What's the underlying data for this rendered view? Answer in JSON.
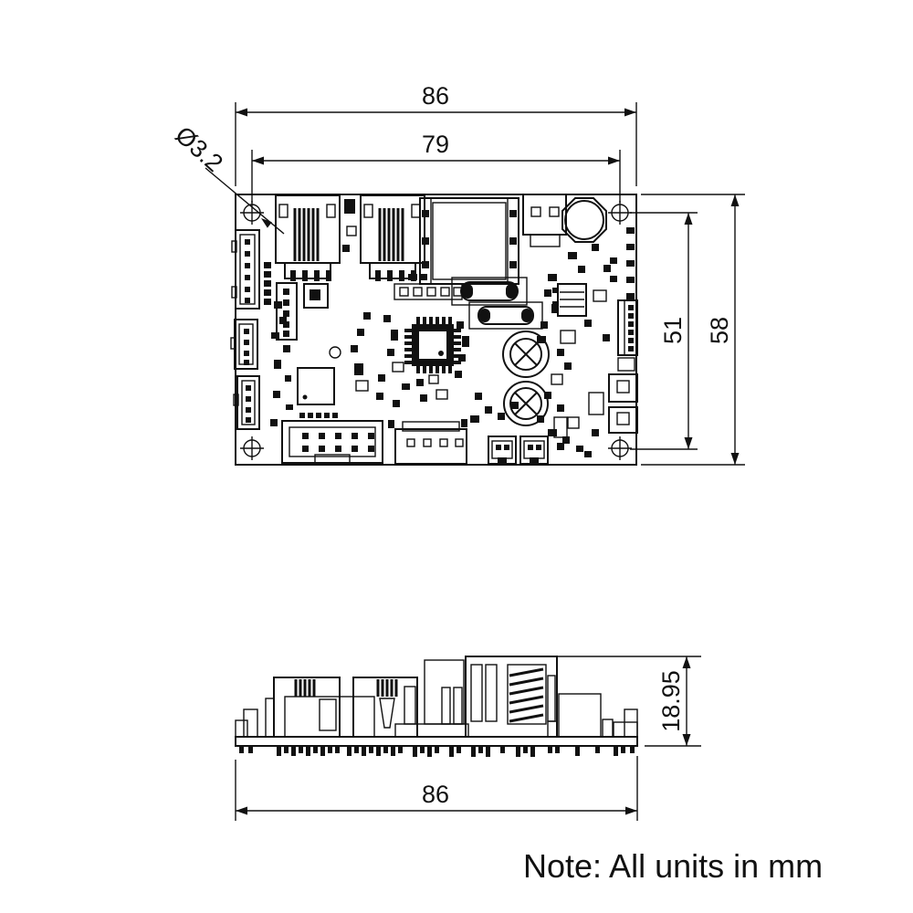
{
  "note_label": "Note: All units in mm",
  "dimensions": {
    "board_width": "86",
    "hole_pitch_width": "79",
    "hole_diameter": "Ø3.2",
    "hole_pitch_height": "51",
    "board_height": "58",
    "component_height": "18.95",
    "side_board_width": "86"
  },
  "colors": {
    "line_color": "#111111",
    "background": "#ffffff"
  }
}
